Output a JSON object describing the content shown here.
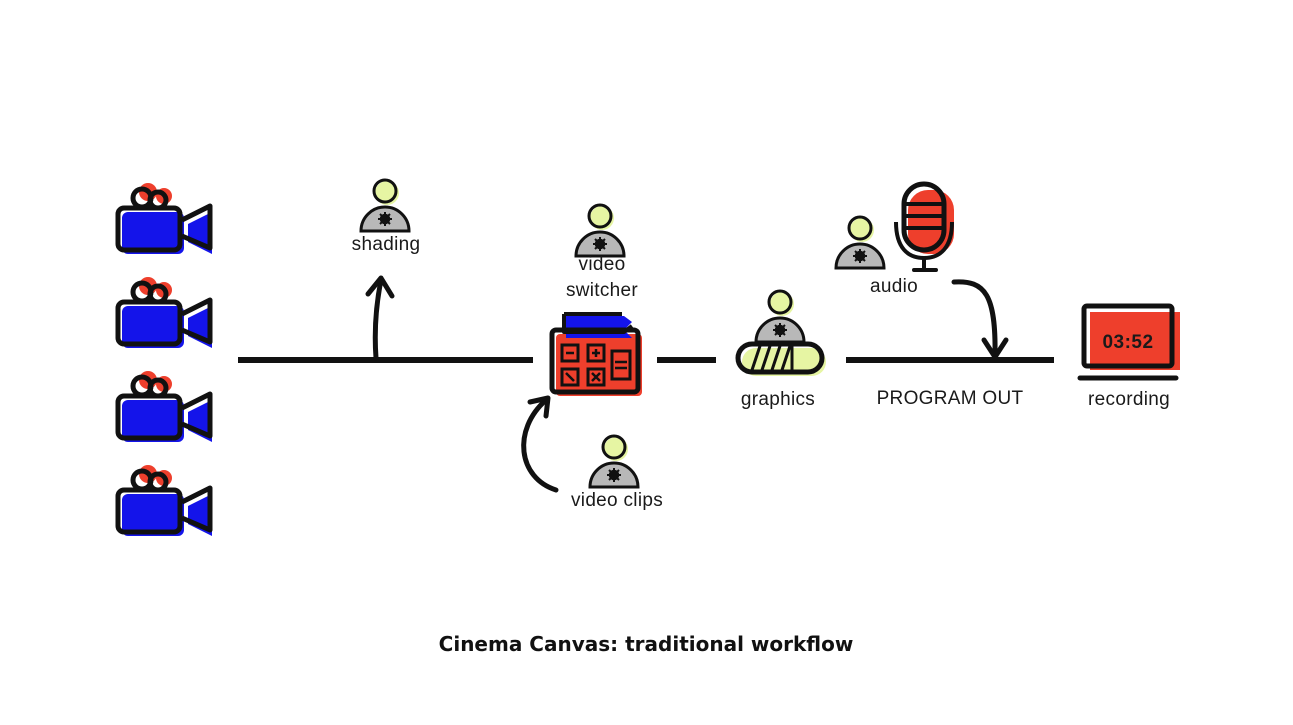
{
  "labels": {
    "shading": "shading",
    "video_switcher_line1": "video",
    "video_switcher_line2": "switcher",
    "video_clips": "video clips",
    "graphics": "graphics",
    "audio": "audio",
    "program_out": "PROGRAM OUT",
    "recording": "recording"
  },
  "timer": "03:52",
  "caption": "Cinema Canvas: traditional workflow",
  "colors": {
    "camera_blue": "#1414ea",
    "accent_red": "#ee3f2c",
    "operator_head": "#e6f5a3",
    "operator_body": "#b8b8b8",
    "line": "#111111"
  }
}
